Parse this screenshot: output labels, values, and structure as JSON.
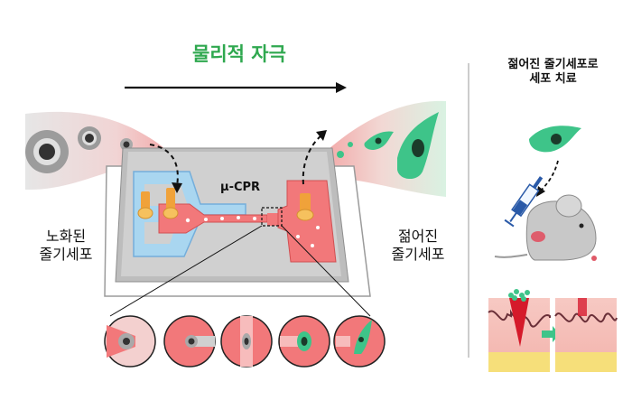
{
  "title": "물리적 자극",
  "device_label": "μ-CPR",
  "left_label": [
    "노화된",
    "줄기세포"
  ],
  "right_label": [
    "젊어진",
    "줄기세포"
  ],
  "side_title": [
    "젊어진 줄기세포로",
    "세포 치료"
  ],
  "colors": {
    "accent_green": "#2fa84f",
    "channel_pink": "#f2787a",
    "channel_blue": "#a9d6f0",
    "cell_green": "#3ec489",
    "device_gray": "#bdbdbd"
  }
}
